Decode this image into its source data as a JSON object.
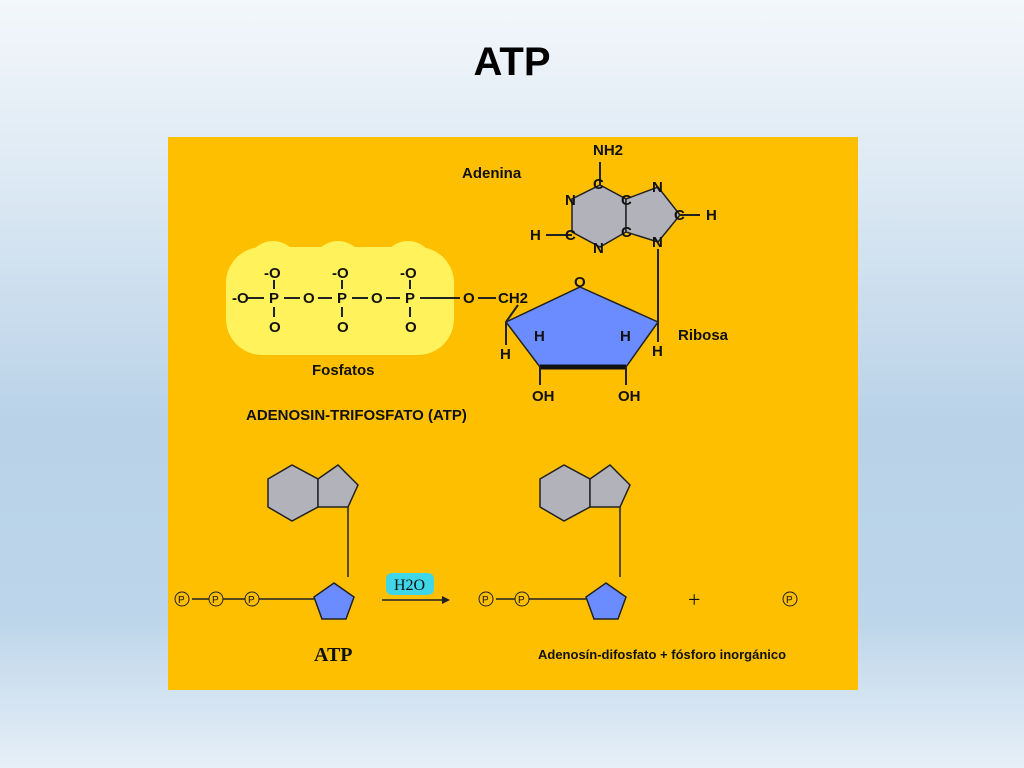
{
  "slide": {
    "title": "ATP"
  },
  "colors": {
    "panel": "#fdbf00",
    "phosphate_glow": "#fff25a",
    "adenine_fill": "#b2b2ba",
    "ribose_fill": "#6a8cff",
    "water_badge": "#3fd7e8"
  },
  "top_diagram": {
    "adenine_label": "Adenina",
    "ribose_label": "Ribosa",
    "phosphates_label": "Fosfatos",
    "caption": "ADENOSIN-TRIFOSFATO (ATP)",
    "amine": "NH2",
    "ch2": "CH2",
    "ring_oxygen": "O",
    "oh_left": "OH",
    "oh_right": "OH",
    "atoms": {
      "C": "C",
      "N": "N",
      "H": "H",
      "O": "O",
      "P": "P",
      "O_minus": "-O",
      "charge": "-"
    }
  },
  "reaction": {
    "phosphate_symbol": "P",
    "water": "H2O",
    "plus": "+",
    "left_label": "ATP",
    "right_label": "Adenosín-difosfato + fósforo inorgánico"
  }
}
